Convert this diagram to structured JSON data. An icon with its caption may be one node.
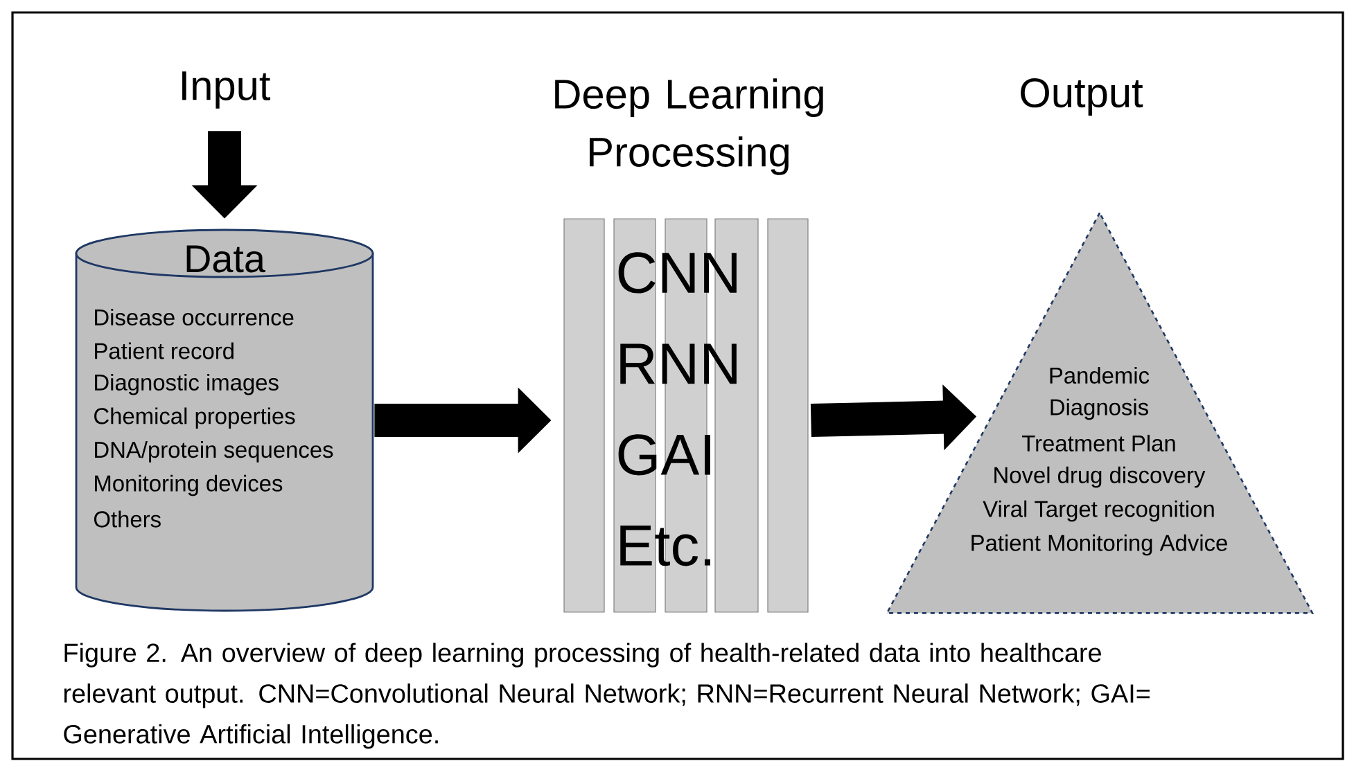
{
  "diagram": {
    "nodes": [
      {
        "text": [
          "Input"
        ]
      },
      {
        "text": [
          "Data",
          "Disease occurrence",
          "Patient record",
          "Diagnostic images",
          "Chemical properties",
          "DNA/protein sequences",
          "Monitoring devices",
          "Others"
        ]
      },
      {
        "text": [
          "Deep Learning Processing",
          "CNN",
          "RNN",
          "GAI",
          "Etc."
        ]
      },
      {
        "text": [
          "Output",
          "Pandemic",
          "Diagnosis",
          "Treatment Plan",
          "Novel drug discovery",
          "Viral Target recognition",
          "Patient Monitoring Advice"
        ]
      }
    ],
    "edges": [
      {
        "from": 0,
        "to": 1,
        "arrow": "to"
      },
      {
        "from": 1,
        "to": 2,
        "arrow": "to"
      },
      {
        "from": 2,
        "to": 3,
        "arrow": "to"
      }
    ],
    "caption": "Figure 2. An overview of deep learning processing of health-related data into healthcare relevant output. CNN=Convolutional Neural Network; RNN=Recurrent Neural Network; GAI= Generative Artificial Intelligence."
  }
}
